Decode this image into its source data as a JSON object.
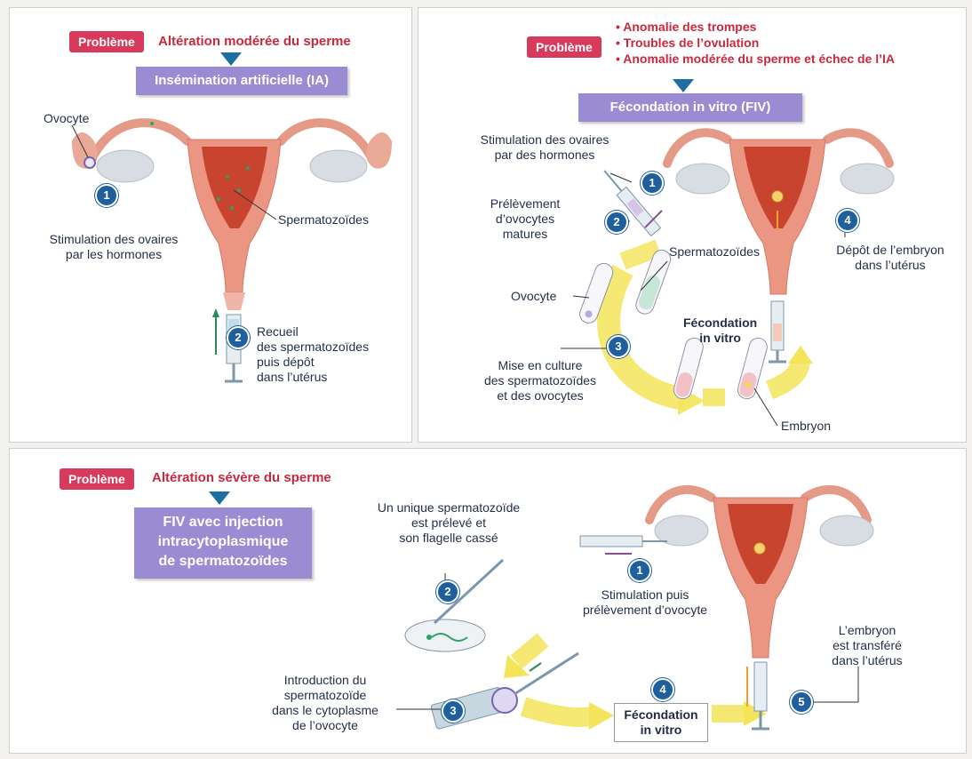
{
  "panel_ia": {
    "badge": "Problème",
    "problem": "Altération modérée du sperme",
    "method": "Insémination artificielle (IA)",
    "label_ovocyte": "Ovocyte",
    "label_sperm": "Spermatozoïdes",
    "step1_num": "1",
    "step1_line1": "Stimulation des ovaires",
    "step1_line2": "par les hormones",
    "step2_num": "2",
    "step2_line1": "Recueil",
    "step2_line2": "des spermatozoïdes",
    "step2_line3": "puis dépôt",
    "step2_line4": "dans l’utérus"
  },
  "panel_fiv": {
    "badge": "Problème",
    "bullets": [
      "• Anomalie des trompes",
      "• Troubles de l’ovulation",
      "• Anomalie modérée du sperme et échec de l’IA"
    ],
    "method": "Fécondation in vitro (FIV)",
    "step1_num": "1",
    "step1_line1": "Stimulation des ovaires",
    "step1_line2": "par des hormones",
    "step2_num": "2",
    "step2_line1": "Prélèvement",
    "step2_line2": "d’ovocytes",
    "step2_line3": "matures",
    "label_sperm": "Spermatozoïdes",
    "label_ovocyte": "Ovocyte",
    "fecondation_line1": "Fécondation",
    "fecondation_line2": "in vitro",
    "step3_num": "3",
    "step3_line1": "Mise en culture",
    "step3_line2": "des spermatozoïdes",
    "step3_line3": "et des ovocytes",
    "label_embryon": "Embryon",
    "step4_num": "4",
    "step4_line1": "Dépôt de l’embryon",
    "step4_line2": "dans l’utérus"
  },
  "panel_icsi": {
    "badge": "Problème",
    "problem": "Altération sévère du sperme",
    "method_line1": "FIV avec injection",
    "method_line2": "intracytoplasmique",
    "method_line3": "de spermatozoïdes",
    "step2_line1": "Un unique spermatozoïde",
    "step2_line2": "est prélevé et",
    "step2_line3": "son flagelle cassé",
    "step2_num": "2",
    "step1_num": "1",
    "step1_line1": "Stimulation puis",
    "step1_line2": "prélèvement d’ovocyte",
    "step5_line1": "L’embryon",
    "step5_line2": "est transféré",
    "step5_line3": "dans l’utérus",
    "step5_num": "5",
    "step3_line1": "Introduction du",
    "step3_line2": "spermatozoïde",
    "step3_line3": "dans le cytoplasme",
    "step3_line4": "de l’ovocyte",
    "step3_num": "3",
    "step4_num": "4",
    "step4_line1": "Fécondation",
    "step4_line2": "in vitro"
  },
  "colors": {
    "badge": "#d83a5b",
    "problem_text": "#c9283f",
    "method_box": "#9b8bd2",
    "step_number": "#1f5f9e",
    "flow_arrow": "#f3e45a",
    "uterus": "#e9907f"
  }
}
